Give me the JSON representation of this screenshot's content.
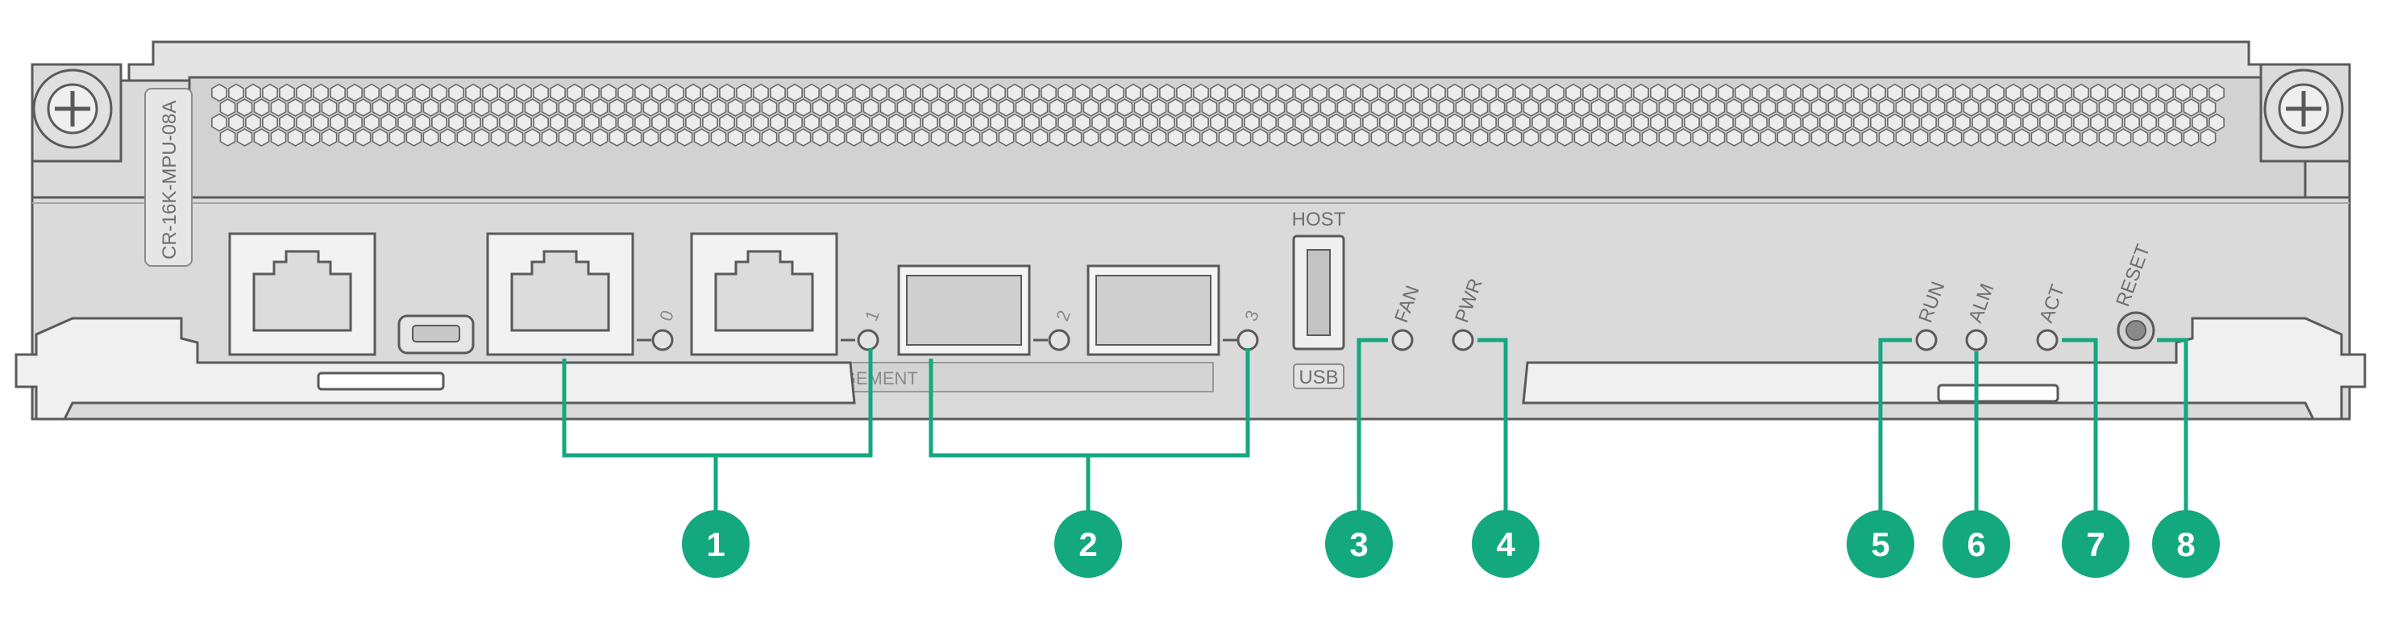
{
  "device": {
    "model_label": "CR-16K-MPU-08A"
  },
  "labels": {
    "host": "HOST",
    "usb": "USB",
    "management": "MANAGEMENT",
    "port_0": "0",
    "port_1": "1",
    "port_2": "2",
    "port_3": "3",
    "fan": "FAN",
    "pwr": "PWR",
    "run": "RUN",
    "alm": "ALM",
    "act": "ACT",
    "reset": "RESET"
  },
  "callouts": [
    "1",
    "2",
    "3",
    "4",
    "5",
    "6",
    "7",
    "8"
  ],
  "colors": {
    "accent": "#13a87e",
    "panel": "#d9d9d9",
    "panel_dark": "#c9c9c9",
    "outline": "#5a5a5a"
  }
}
